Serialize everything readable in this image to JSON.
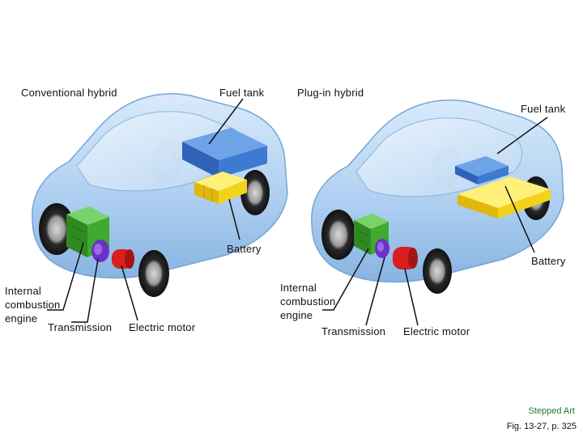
{
  "conventional": {
    "title": "Conventional hybrid",
    "fuel_tank": "Fuel tank",
    "battery": "Battery",
    "engine": "Internal\ncombustion\nengine",
    "transmission": "Transmission",
    "electric_motor": "Electric motor"
  },
  "plugin": {
    "title": "Plug-in hybrid",
    "fuel_tank": "Fuel tank",
    "battery": "Battery",
    "engine": "Internal\ncombustion\nengine",
    "transmission": "Transmission",
    "electric_motor": "Electric motor"
  },
  "footer": {
    "art_note": "Stepped Art",
    "figure_ref": "Fig. 13-27, p. 325"
  },
  "colors": {
    "car_body": "#a9ccf0",
    "fuel_tank": "#3d7ad2",
    "battery": "#f2d31a",
    "engine": "#3eaa2e",
    "transmission": "#6a32c8",
    "electric_motor": "#d81e1e",
    "stepped_art": "#1c7a2a"
  }
}
